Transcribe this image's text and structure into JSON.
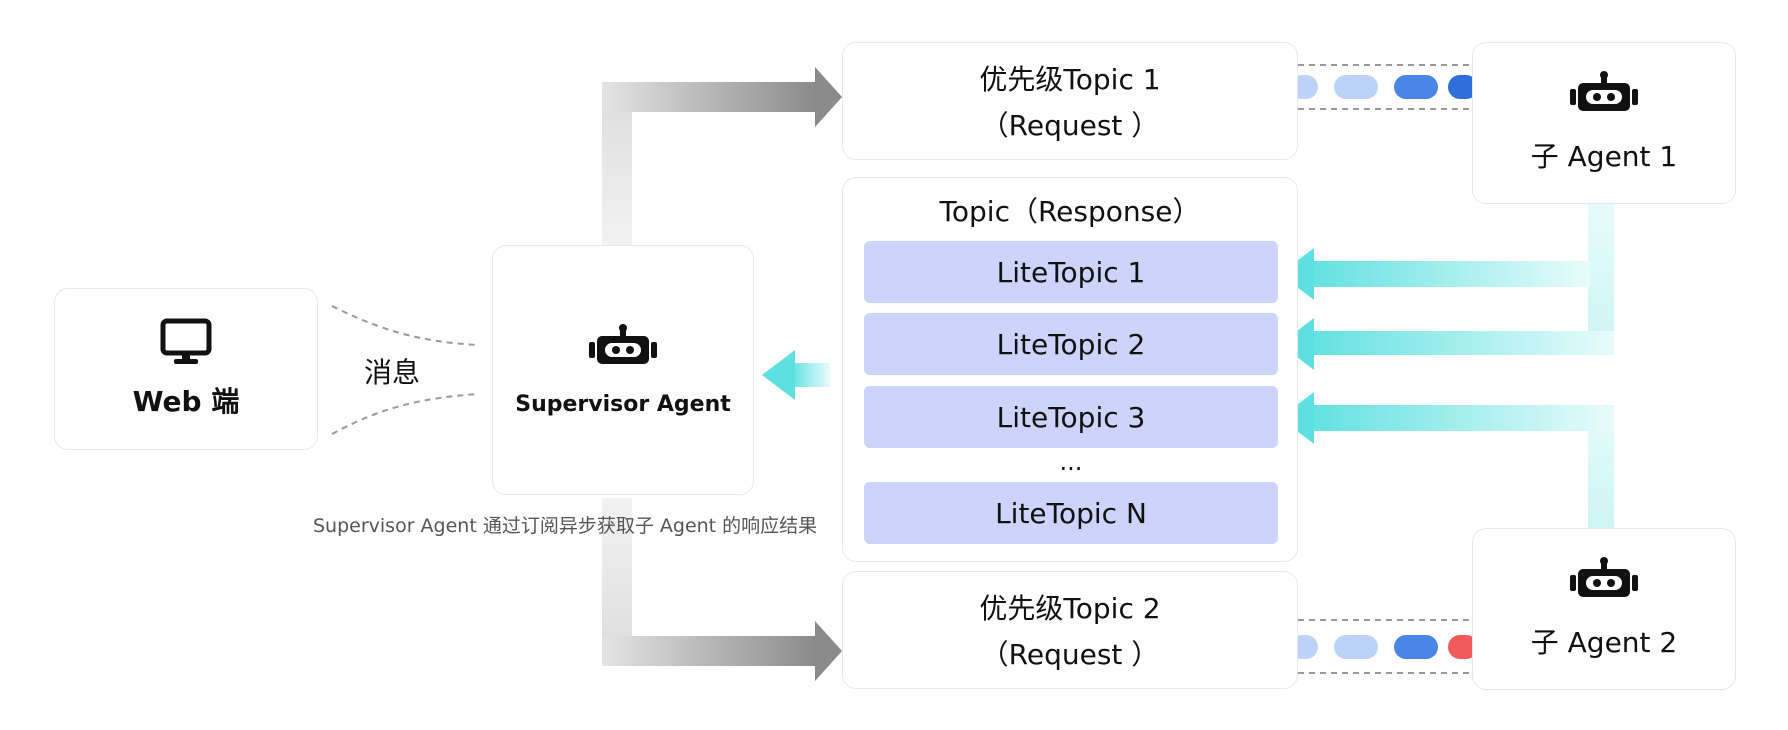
{
  "web": {
    "label": "Web 端",
    "icon": "monitor-icon"
  },
  "message_label": "消息",
  "supervisor": {
    "label": "Supervisor Agent",
    "icon": "robot-icon"
  },
  "supervisor_caption": "Supervisor Agent 通过订阅异步获取子 Agent 的响应结果",
  "priority_topic_1": {
    "line1": "优先级Topic 1",
    "line2": "（Request ）"
  },
  "priority_topic_2": {
    "line1": "优先级Topic 2",
    "line2": "（Request ）"
  },
  "response_topic": {
    "title": "Topic（Response）",
    "items": [
      "LiteTopic 1",
      "LiteTopic 2",
      "LiteTopic 3",
      "LiteTopic N"
    ],
    "ellipsis": "..."
  },
  "sub_agent_1": {
    "label": "子 Agent 1",
    "icon": "robot-icon"
  },
  "sub_agent_2": {
    "label": "子 Agent 2",
    "icon": "robot-icon"
  },
  "colors": {
    "lite_bg": "#cdd4fb",
    "cyan_arrow": "#5ee0e0",
    "gray_arrow": "#8a8a8a",
    "pill_blue": "#3b7be0",
    "pill_light": "#bcd3f7",
    "pill_red": "#f05a5a"
  }
}
